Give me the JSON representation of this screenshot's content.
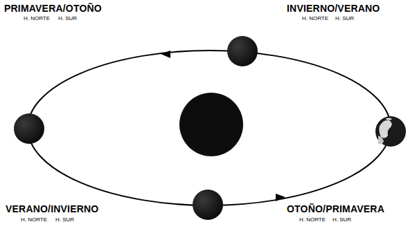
{
  "diagram": {
    "labels": [
      "PRIMAVERA/OTOÑO",
      "H. NORTE",
      "H. SUR",
      "INVIERNO/VERANO",
      "H. NORTE",
      "H. SUR",
      "VERANO/INVIERNO",
      "H. NORTE",
      "H. SUR",
      "OTOÑO/PRIMAVERA",
      "H. NORTE",
      "H. SUR"
    ]
  }
}
